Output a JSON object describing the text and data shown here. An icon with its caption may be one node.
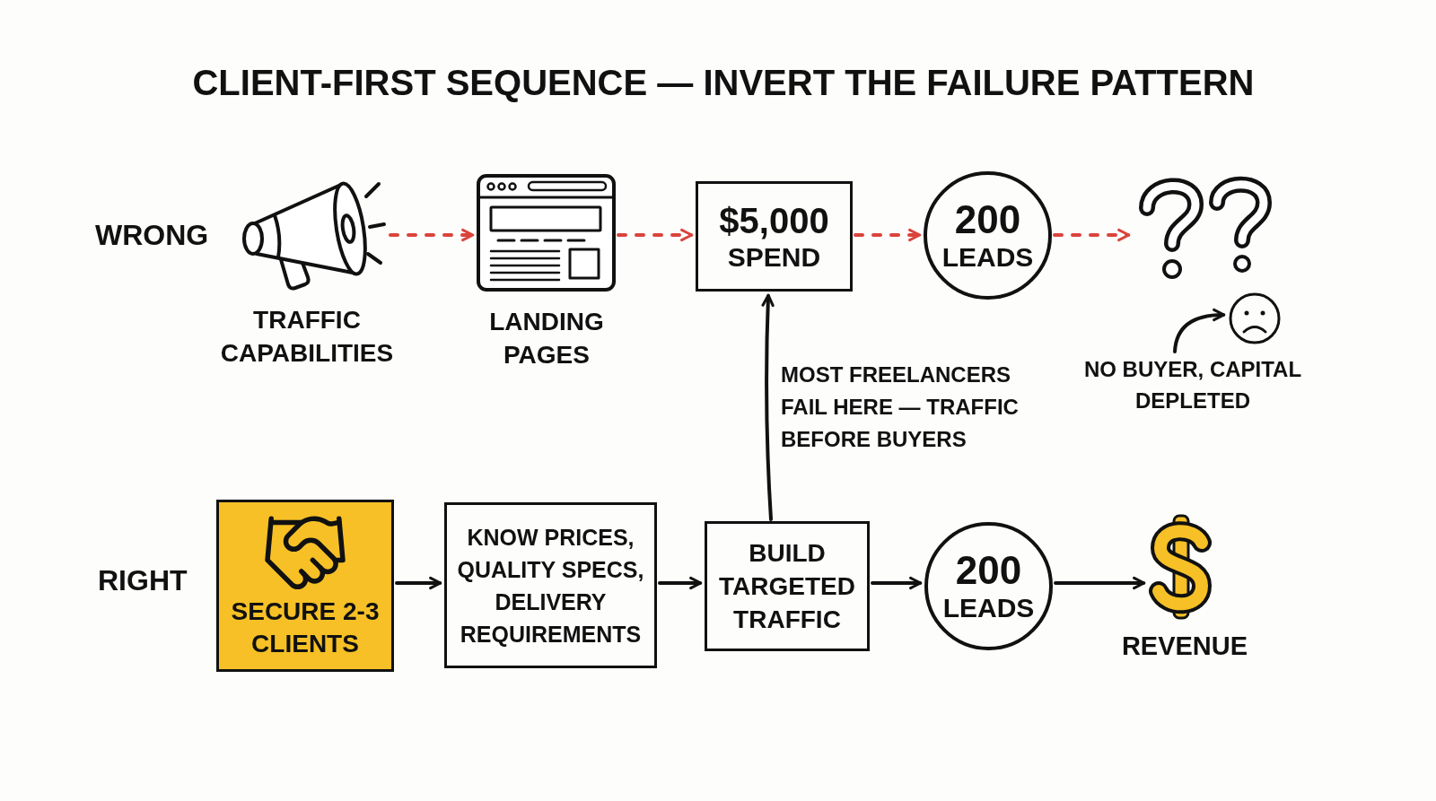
{
  "diagram": {
    "title": "CLIENT-FIRST SEQUENCE — INVERT THE FAILURE PATTERN",
    "nodes": [
      {
        "text": [],
        "shape": "picture",
        "beside": [
          "TRAFFIC CAPABILITIES"
        ]
      },
      {
        "text": [],
        "shape": "picture",
        "beside": [
          "LANDING PAGES"
        ]
      },
      {
        "text": [
          "$5,000",
          "SPEND"
        ]
      },
      {
        "text": [
          "200",
          "LEADS"
        ]
      },
      {
        "text": [],
        "shape": "picture"
      },
      {
        "text": [],
        "shape": "picture"
      },
      {
        "text": [
          "NO BUYER, CAPITAL DEPLETED"
        ]
      },
      {
        "text": [
          "SECURE 2-3 CLIENTS"
        ]
      },
      {
        "text": [
          "KNOW PRICES, QUALITY SPECS, DELIVERY REQUIREMENTS"
        ]
      },
      {
        "text": [
          "BUILD TARGETED TRAFFIC"
        ]
      },
      {
        "text": [
          "200",
          "LEADS"
        ]
      },
      {
        "text": [],
        "shape": "picture",
        "beside": [
          "REVENUE"
        ]
      }
    ],
    "edges": [
      {
        "from": 0,
        "to": 1,
        "arrow": "to",
        "style": "dashed",
        "color": "#d9443c"
      },
      {
        "from": 1,
        "to": 2,
        "arrow": "to",
        "style": "dashed",
        "color": "#d9443c"
      },
      {
        "from": 2,
        "to": 3,
        "arrow": "to",
        "style": "dashed",
        "color": "#d9443c"
      },
      {
        "from": 3,
        "to": 4,
        "arrow": "to",
        "style": "dashed",
        "color": "#d9443c"
      },
      {
        "from": 6,
        "to": 5,
        "arrow": "to"
      },
      {
        "from": 7,
        "to": 8,
        "arrow": "to"
      },
      {
        "from": 8,
        "to": 9,
        "arrow": "to"
      },
      {
        "from": 9,
        "to": 10,
        "arrow": "to"
      },
      {
        "from": 10,
        "to": 11,
        "arrow": "to"
      },
      {
        "from": 9,
        "to": 2,
        "arrow": "to",
        "label": "MOST FREELANCERS FAIL HERE — TRAFFIC BEFORE BUYERS"
      }
    ],
    "labels": [
      "WRONG",
      "RIGHT"
    ]
  }
}
